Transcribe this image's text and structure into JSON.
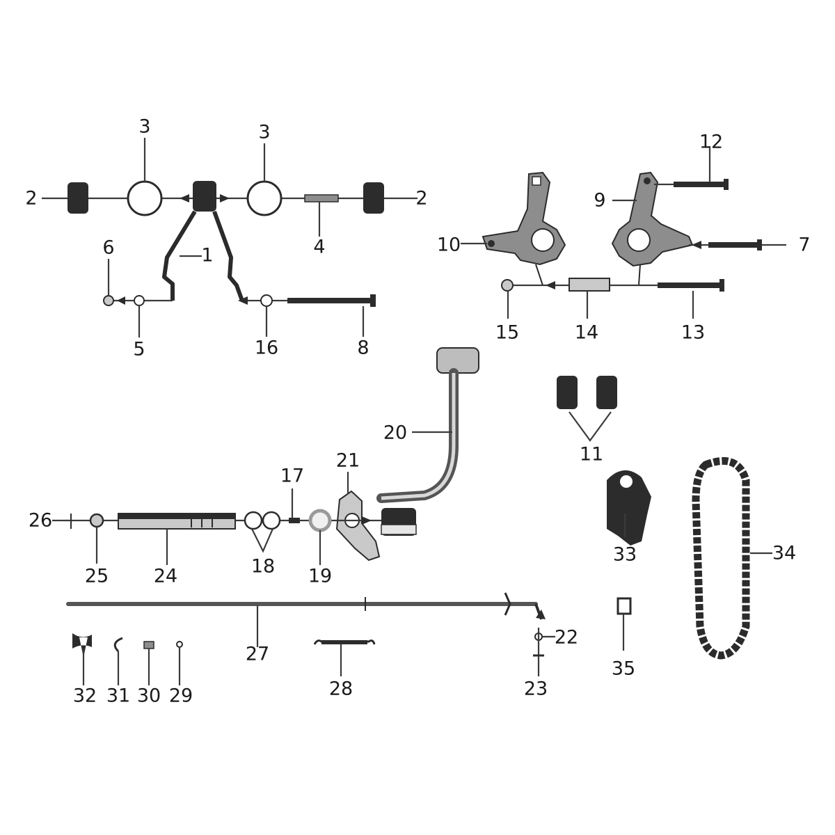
{
  "diagram": {
    "callouts": [
      {
        "id": "1",
        "label": "1"
      },
      {
        "id": "2a",
        "label": "2"
      },
      {
        "id": "2b",
        "label": "2"
      },
      {
        "id": "3a",
        "label": "3"
      },
      {
        "id": "3b",
        "label": "3"
      },
      {
        "id": "4",
        "label": "4"
      },
      {
        "id": "5",
        "label": "5"
      },
      {
        "id": "6",
        "label": "6"
      },
      {
        "id": "7",
        "label": "7"
      },
      {
        "id": "8",
        "label": "8"
      },
      {
        "id": "9",
        "label": "9"
      },
      {
        "id": "10",
        "label": "10"
      },
      {
        "id": "11",
        "label": "11"
      },
      {
        "id": "12",
        "label": "12"
      },
      {
        "id": "13",
        "label": "13"
      },
      {
        "id": "14",
        "label": "14"
      },
      {
        "id": "15",
        "label": "15"
      },
      {
        "id": "16",
        "label": "16"
      },
      {
        "id": "17",
        "label": "17"
      },
      {
        "id": "18",
        "label": "18"
      },
      {
        "id": "19",
        "label": "19"
      },
      {
        "id": "20",
        "label": "20"
      },
      {
        "id": "21",
        "label": "21"
      },
      {
        "id": "22",
        "label": "22"
      },
      {
        "id": "23",
        "label": "23"
      },
      {
        "id": "24",
        "label": "24"
      },
      {
        "id": "25",
        "label": "25"
      },
      {
        "id": "26",
        "label": "26"
      },
      {
        "id": "27",
        "label": "27"
      },
      {
        "id": "28",
        "label": "28"
      },
      {
        "id": "29",
        "label": "29"
      },
      {
        "id": "30",
        "label": "30"
      },
      {
        "id": "31",
        "label": "31"
      },
      {
        "id": "32",
        "label": "32"
      },
      {
        "id": "33",
        "label": "33"
      },
      {
        "id": "34",
        "label": "34"
      },
      {
        "id": "35",
        "label": "35"
      }
    ]
  }
}
